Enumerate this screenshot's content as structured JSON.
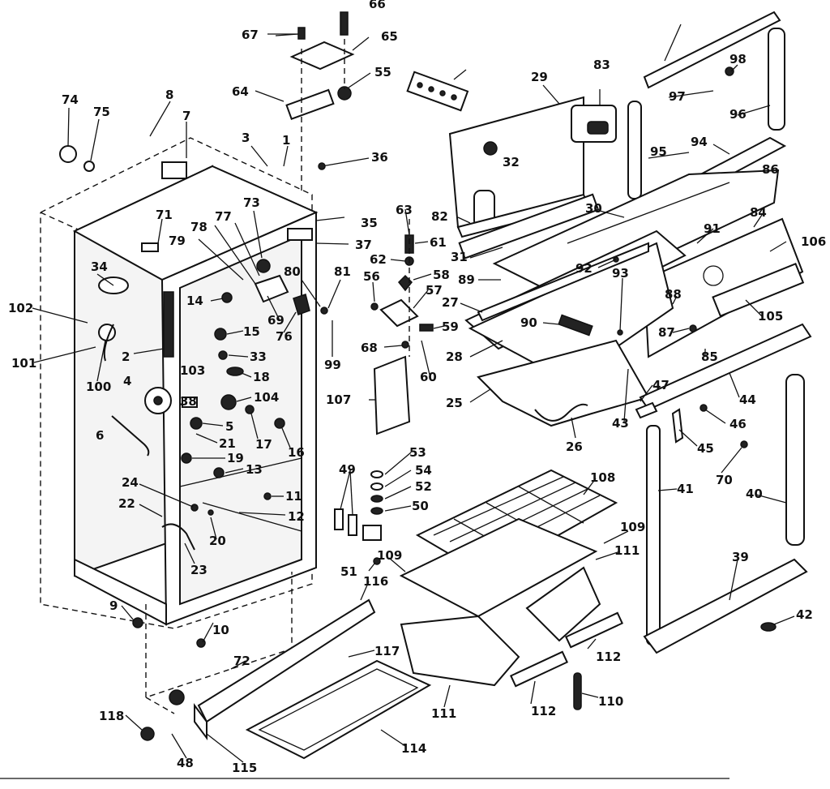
{
  "callouts": {
    "c1": "1",
    "c2": "2",
    "c3": "3",
    "c4": "4",
    "c5": "5",
    "c6": "6",
    "c7": "7",
    "c8": "8",
    "c9": "9",
    "c10": "10",
    "c11": "11",
    "c12": "12",
    "c13": "13",
    "c14": "14",
    "c15": "15",
    "c16": "16",
    "c17": "17",
    "c18": "18",
    "c19": "19",
    "c20": "20",
    "c21": "21",
    "c22": "22",
    "c23": "23",
    "c24": "24",
    "c25": "25",
    "c26": "26",
    "c27": "27",
    "c28": "28",
    "c29": "29",
    "c30": "30",
    "c31": "31",
    "c32": "32",
    "c33": "33",
    "c34": "34",
    "c35": "35",
    "c36": "36",
    "c37": "37",
    "c38": "38",
    "c39": "39",
    "c40": "40",
    "c41": "41",
    "c42": "42",
    "c43": "43",
    "c44": "44",
    "c45": "45",
    "c46": "46",
    "c47": "47",
    "c48": "48",
    "c49": "49",
    "c50": "50",
    "c51": "51",
    "c52": "52",
    "c53": "53",
    "c54": "54",
    "c55": "55",
    "c56": "56",
    "c57": "57",
    "c58": "58",
    "c59": "59",
    "c60": "60",
    "c61": "61",
    "c62": "62",
    "c63": "63",
    "c64": "64",
    "c65": "65",
    "c66": "66",
    "c67": "67",
    "c68": "68",
    "c69": "69",
    "c70": "70",
    "c71": "71",
    "c72": "72",
    "c73": "73",
    "c74": "74",
    "c75": "75",
    "c76": "76",
    "c77": "77",
    "c78": "78",
    "c79": "79",
    "c80": "80",
    "c81": "81",
    "c82": "82",
    "c83": "83",
    "c84": "84",
    "c85": "85",
    "c86": "86",
    "c87": "87",
    "c88": "88",
    "c89": "89",
    "c90": "90",
    "c91": "91",
    "c92": "92",
    "c93": "93",
    "c94": "94",
    "c95": "95",
    "c96": "96",
    "c97": "97",
    "c98": "98",
    "c99": "99",
    "c100": "100",
    "c101": "101",
    "c102": "102",
    "c103": "103",
    "c104": "104",
    "c105": "105",
    "c106": "106",
    "c107": "107",
    "c108": "108",
    "c109a": "109",
    "c109b": "109",
    "c110": "110",
    "c111a": "111",
    "c111b": "111",
    "c112a": "112",
    "c112b": "112",
    "c114": "114",
    "c115": "115",
    "c116": "116",
    "c117": "117",
    "c118": "118"
  },
  "colors": {
    "ink": "#111111",
    "paper": "#ffffff"
  }
}
